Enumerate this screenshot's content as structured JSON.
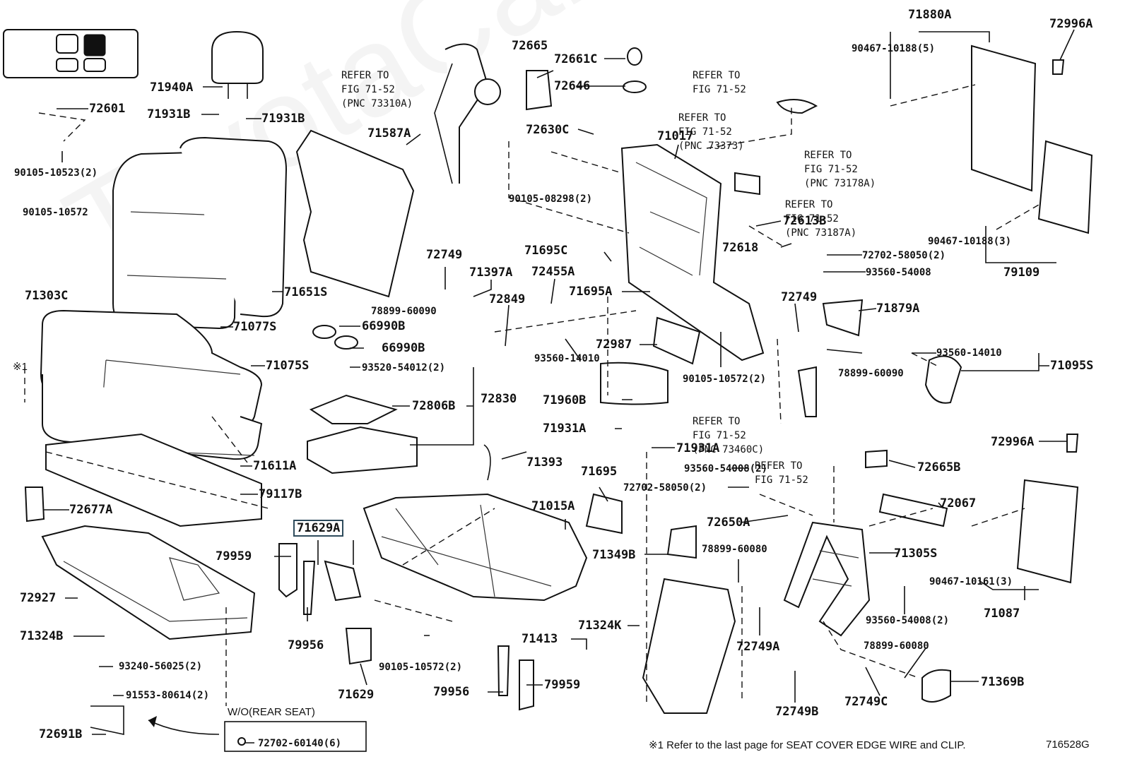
{
  "watermark": "ToyotaCar.ru",
  "drawing_id": "716528G",
  "footnote": "※1 Refer to the last page for SEAT COVER EDGE WIRE and CLIP.",
  "wo_label": "W/O(REAR SEAT)",
  "marker_symbol": "※1",
  "highlighted_part": "71629A",
  "labels": {
    "p71940A": "71940A",
    "p72601": "72601",
    "p71931B_l": "71931B",
    "p71931B_r": "71931B",
    "p90105_10523": "90105-10523(2)",
    "p90105_10572_l": "90105-10572",
    "p71303C": "71303C",
    "p71587A": "71587A",
    "p71651S": "71651S",
    "p71077S": "71077S",
    "p71075S": "71075S",
    "p66990B_a": "66990B",
    "p66990B_b": "66990B",
    "p93520_54012": "93520-54012(2)",
    "p72806B": "72806B",
    "p72830": "72830",
    "p71611A": "71611A",
    "p79117B": "79117B",
    "p72677A": "72677A",
    "p72927": "72927",
    "p71324B": "71324B",
    "p93240_56025": "93240-56025(2)",
    "p91553_80614": "91553-80614(2)",
    "p72691B": "72691B",
    "p72702_60140": "72702-60140(6)",
    "p79959_a": "79959",
    "p79956_a": "79956",
    "p71629A": "71629A",
    "p71629": "71629",
    "p90105_10572_b": "90105-10572(2)",
    "p79956_b": "79956",
    "p79959_b": "79959",
    "p71413": "71413",
    "p71324K": "71324K",
    "p72749": "72749",
    "p71397A": "71397A",
    "p72849": "72849",
    "p78899_60090_l": "78899-60090",
    "p72455A": "72455A",
    "p93560_14010_m": "93560-14010",
    "p71393": "71393",
    "p71695": "71695",
    "p71015A": "71015A",
    "p72665": "72665",
    "p72661C": "72661C",
    "p72646": "72646",
    "p72630C": "72630C",
    "p71017": "71017",
    "p90105_08298": "90105-08298(2)",
    "p71695C": "71695C",
    "p71695A": "71695A",
    "p72987": "72987",
    "p71960B": "71960B",
    "p71931A_l": "71931A",
    "p71931A_r": "71931A",
    "p93560_54008_m": "93560-54008(2)",
    "p72702_58050_m": "72702-58050(2)",
    "p72650A": "72650A",
    "p71349B": "71349B",
    "p78899_60080_m": "78899-60080",
    "p72749A": "72749A",
    "p72749B": "72749B",
    "p72613B": "72613B",
    "p72618": "72618",
    "p72702_58050_r": "72702-58050(2)",
    "p93560_54008_r": "93560-54008",
    "p90105_10572_m": "90105-10572(2)",
    "p72749_r": "72749",
    "p71879A": "71879A",
    "p78899_60090_r": "78899-60090",
    "p71880A": "71880A",
    "p72996A_t": "72996A",
    "p90467_10188_5": "90467-10188(5)",
    "p90467_10188_3": "90467-10188(3)",
    "p79109": "79109",
    "p93560_14010_r": "93560-14010",
    "p71095S": "71095S",
    "p72996A_b": "72996A",
    "p72665B": "72665B",
    "p72067": "72067",
    "p71305S": "71305S",
    "p90467_10161": "90467-10161(3)",
    "p71087": "71087",
    "p93560_54008_b": "93560-54008(2)",
    "p78899_60080_r": "78899-60080",
    "p72749C": "72749C",
    "p71369B": "71369B"
  },
  "refs": {
    "r73310A": [
      "REFER TO",
      "FIG 71-52",
      "(PNC 73310A)"
    ],
    "r_top": [
      "REFER TO",
      "FIG 71-52"
    ],
    "r73373": [
      "REFER TO",
      "FIG 71-52",
      "(PNC 73373)"
    ],
    "r73178A": [
      "REFER TO",
      "FIG 71-52",
      "(PNC 73178A)"
    ],
    "r73187A": [
      "REFER TO",
      "FIG 71-52",
      "(PNC 73187A)"
    ],
    "r73460C": [
      "REFER TO",
      "FIG 71-52",
      "(PNC 73460C)"
    ],
    "r_mid": [
      "REFER TO",
      "FIG 71-52"
    ]
  },
  "colors": {
    "line": "#111111",
    "highlight_box": "#2e4b5c",
    "thumb_active": "#111111"
  }
}
